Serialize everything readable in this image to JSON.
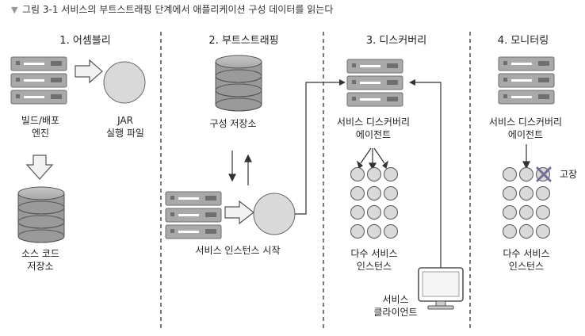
{
  "caption": {
    "icon": "chevron-down-icon",
    "text": "그림 3-1 서비스의 부트스트래핑 단계에서 애플리케이션 구성 데이터를 읽는다"
  },
  "stages": [
    {
      "title": "1. 어셈블리"
    },
    {
      "title": "2. 부트스트래핑"
    },
    {
      "title": "3. 디스커버리"
    },
    {
      "title": "4. 모니터링"
    }
  ],
  "labels": {
    "build_deploy_engine": [
      "빌드/배포",
      "엔진"
    ],
    "jar_file": [
      "JAR",
      "실행 파일"
    ],
    "source_code_repo": [
      "소스 코드",
      "저장소"
    ],
    "config_repo": "구성 저장소",
    "service_instance_start": "서비스 인스턴스 시작",
    "discovery_agent": [
      "서비스 디스커버리",
      "에이전트"
    ],
    "multiple_instances": [
      "다수 서비스",
      "인스턴스"
    ],
    "service_client": [
      "서비스",
      "클라이언트"
    ],
    "monitoring_agent": [
      "서비스 디스커버리",
      "에이전트"
    ],
    "monitoring_instances": [
      "다수 서비스",
      "인스턴스"
    ],
    "failure": "고장"
  },
  "colors": {
    "server_fill": "#a9a9a9",
    "server_dark": "#6f6f6f",
    "circle_fill": "#d9d9d9",
    "arrow_fill": "#f2f2f2",
    "failure_x": "#6f6f99"
  }
}
